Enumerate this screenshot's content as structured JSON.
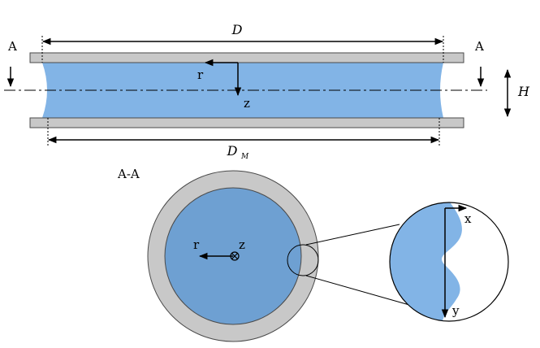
{
  "colors": {
    "plate_fill": "#c8c8c8",
    "plate_stroke": "#4a4a4a",
    "fluid_light": "#82b4e6",
    "fluid_dark": "#6ea0d2",
    "line": "#000000"
  },
  "side_view": {
    "section_marker_left": "A",
    "section_marker_right": "A",
    "plate_diameter_label": "D",
    "meniscus_diameter_main": "D",
    "meniscus_diameter_sub": "M",
    "gap_label": "H",
    "radial_axis_label": "r",
    "axial_axis_label": "z"
  },
  "section_view": {
    "title": "A-A",
    "radial_axis_label": "r",
    "axial_axis_label": "z",
    "axial_axis_symbol": "into-page-cross-icon"
  },
  "zoom_view": {
    "x_axis_label": "x",
    "y_axis_label": "y"
  }
}
